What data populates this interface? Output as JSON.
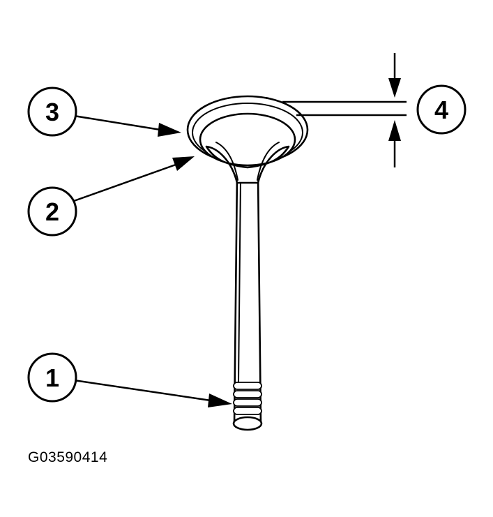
{
  "callouts": {
    "c1": "1",
    "c2": "2",
    "c3": "3",
    "c4": "4"
  },
  "figure_code": "G03590414"
}
